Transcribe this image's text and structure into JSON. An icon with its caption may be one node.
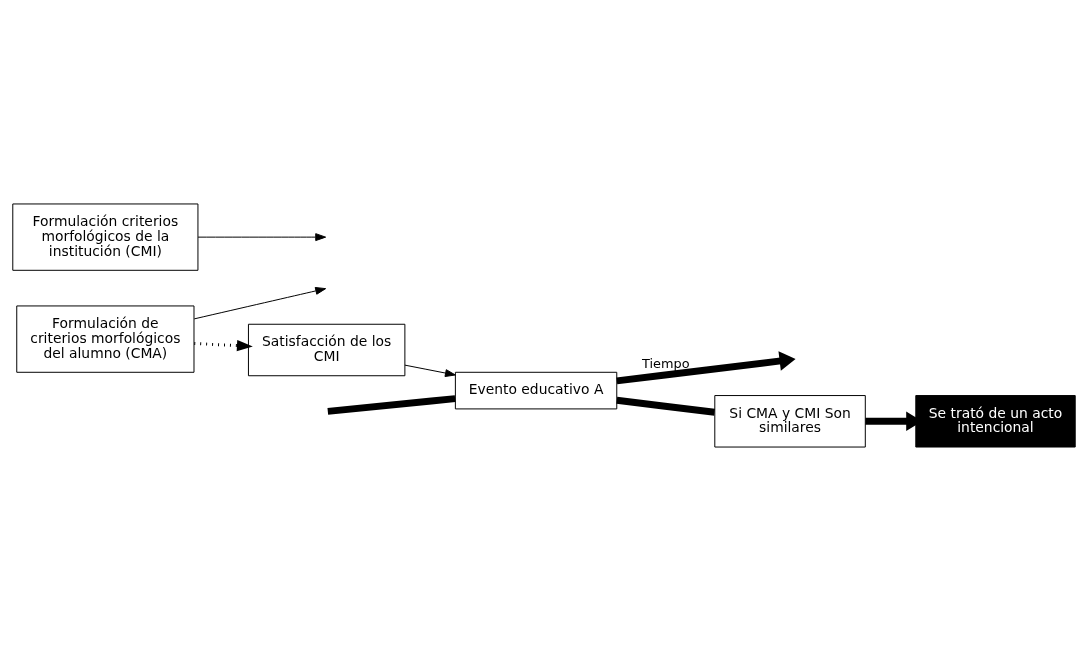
{
  "diagram": {
    "nodes": [
      {
        "text": [
          "Formulación de criterios morfológicos del alumno (CMA)"
        ]
      },
      {
        "text": [
          "Satisfacción de los CMI"
        ]
      },
      {
        "text": [
          "Evento educativo A"
        ]
      },
      {
        "text": [
          "Formulación criterios morfológicos de la institución (CMI)"
        ]
      },
      {
        "text": [
          "Si CMA y CMI Son similares"
        ]
      },
      {
        "text": [
          "Se trató de un acto intencional"
        ]
      }
    ],
    "edges": [
      {
        "from": 2,
        "to": null,
        "arrow": "to",
        "style": "thick",
        "label": "Tiempo"
      },
      {
        "from": null,
        "to": 2,
        "arrow": "none",
        "style": "thick"
      },
      {
        "from": 0,
        "to": null,
        "arrow": "to"
      },
      {
        "from": 3,
        "to": null,
        "arrow": "to"
      },
      {
        "from": 0,
        "to": 1,
        "arrow": "to",
        "style": "dashed"
      },
      {
        "from": 1,
        "to": 2,
        "arrow": "to"
      },
      {
        "from": 2,
        "to": 4,
        "arrow": "none",
        "style": "thick"
      },
      {
        "from": 4,
        "to": 5,
        "arrow": "to",
        "style": "thick"
      }
    ]
  }
}
